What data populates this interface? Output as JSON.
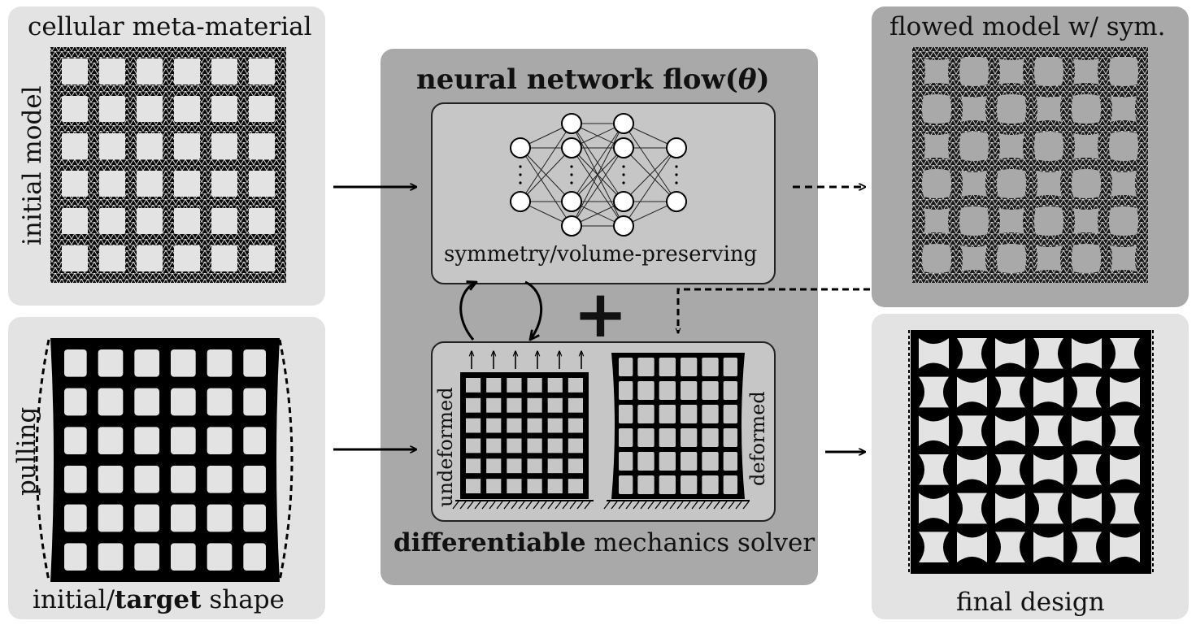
{
  "panels": {
    "cellular": {
      "title": "cellular meta-material",
      "side_label": "initial model"
    },
    "target": {
      "caption_before": "initial/",
      "caption_bold": "target",
      "caption_after": " shape",
      "side_label": "pulling"
    },
    "network": {
      "title_bold": "neural network flow(",
      "title_symbol": "θ",
      "title_close": ")",
      "subtitle": "symmetry/volume-preserving"
    },
    "solver": {
      "caption_bold": "differentiable",
      "caption_rest": " mechanics solver",
      "undeformed_label": "undeformed",
      "deformed_label": "deformed"
    },
    "flowed": {
      "title": "flowed model w/ sym."
    },
    "final": {
      "caption": "final design"
    }
  },
  "operator_symbol": "+",
  "colors": {
    "light_panel": "#e3e3e3",
    "dark_panel": "#a9a9a9",
    "inner_box": "#c6c6c6",
    "ink": "#111111"
  },
  "network_layers": [
    2,
    4,
    4,
    2
  ]
}
